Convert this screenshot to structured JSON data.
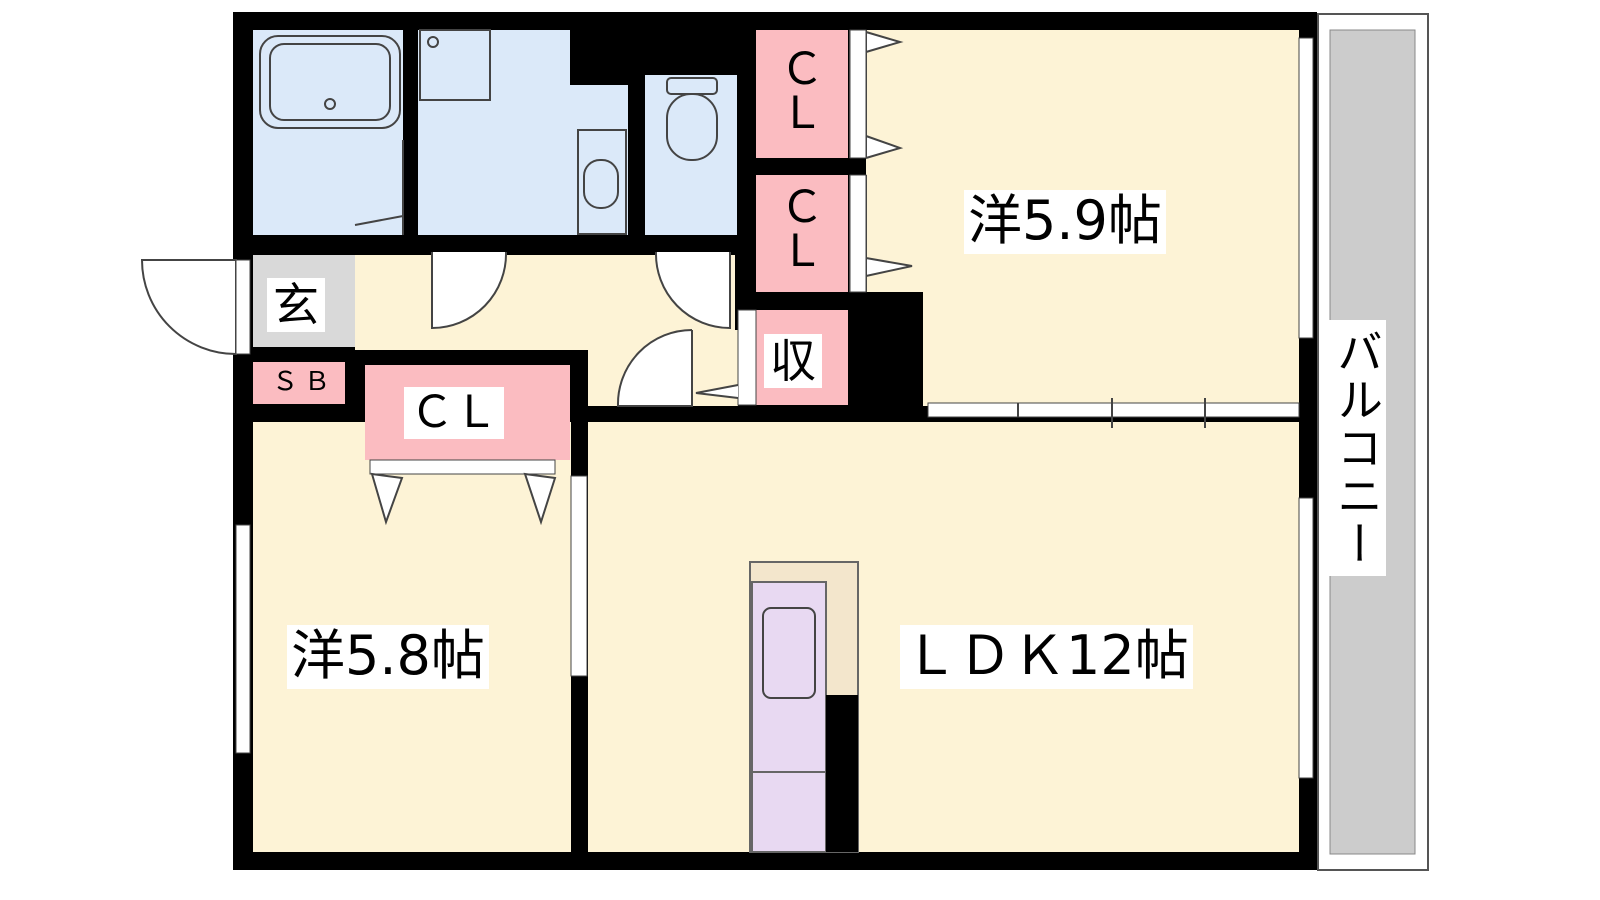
{
  "rooms": {
    "western_upper": "洋5.9帖",
    "western_lower": "洋5.8帖",
    "ldk": "ＬＤＫ12帖",
    "balcony": "バルコニー",
    "entrance": "玄",
    "shoe_box": "ＳＢ",
    "storage": "収",
    "closet_main": "ＣＬ",
    "closet_upper_1": "Ｃ\nＬ",
    "closet_upper_2": "Ｃ\nＬ"
  },
  "colors": {
    "wall": "#000000",
    "room_floor": "#fdf3d6",
    "wet_area": "#dbe9f9",
    "closet": "#fbbcc1",
    "entrance_floor": "#d9d9d9",
    "balcony": "#cccccc",
    "kitchen": "#e8d9f2",
    "kitchen_counter": "#f3e6cc"
  }
}
